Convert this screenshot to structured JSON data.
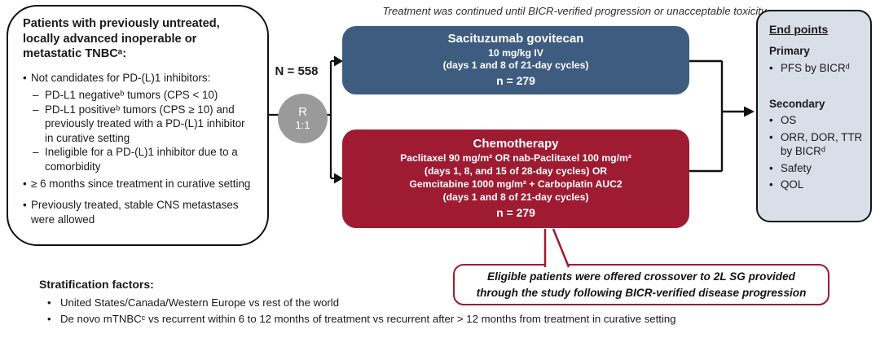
{
  "glyphs": {
    "bullet": "•",
    "dash": "–"
  },
  "colors": {
    "sg_arm_blue": "#3e5c80",
    "chemo_arm_red": "#9e1b32",
    "randomization_gray": "#9a9a9a",
    "endpoints_bg": "#d9dfe9",
    "connector_black": "#111111"
  },
  "top_note": "Treatment was continued until BICR-verified progression or unacceptable toxicity",
  "eligibility_box": {
    "title": "Patients with previously untreated, locally advanced inoperable or metastatic TNBCᵃ:",
    "bullet_1": "Not candidates for PD-(L)1 inhibitors:",
    "sub_bullets": [
      "PD-L1 negativeᵇ tumors (CPS < 10)",
      "PD-L1 positiveᵇ tumors (CPS ≥ 10) and previously treated with a PD-(L)1 inhibitor in curative setting",
      "Ineligible for a PD-(L)1 inhibitor due to a comorbidity"
    ],
    "bullet_2": "≥ 6 months since treatment in curative setting",
    "bullet_3": "Previously treated, stable CNS metastases were allowed"
  },
  "randomization": {
    "n_label": "N = 558",
    "r": "R",
    "ratio": "1:1"
  },
  "sg_arm": {
    "title": "Sacituzumab govitecan",
    "dose": "10 mg/kg IV",
    "schedule": "(days 1 and 8 of 21-day cycles)",
    "n": "n = 279"
  },
  "chemo_arm": {
    "title": "Chemotherapy",
    "line1": "Paclitaxel 90 mg/m² OR nab-Paclitaxel 100 mg/m²",
    "line2": "(days 1, 8, and 15 of 28-day cycles) OR",
    "line3": "Gemcitabine 1000 mg/m² + Carboplatin AUC2",
    "line4": "(days 1 and 8 of 21-day cycles)",
    "n": "n = 279"
  },
  "endpoints": {
    "header": "End points",
    "primary_label": "Primary",
    "primary_items": [
      "PFS by BICRᵈ"
    ],
    "secondary_label": "Secondary",
    "secondary_items": [
      "OS",
      "ORR, DOR, TTR by BICRᵈ",
      "Safety",
      "QOL"
    ]
  },
  "callout": {
    "line1": "Eligible patients were offered crossover to 2L SG provided",
    "line2": "through the study following BICR-verified disease progression"
  },
  "stratification": {
    "header": "Stratification factors:",
    "items": [
      "United States/Canada/Western Europe vs rest of the world",
      "De novo mTNBCᶜ vs recurrent within 6 to 12 months of treatment vs recurrent after > 12 months from treatment in curative setting"
    ]
  }
}
